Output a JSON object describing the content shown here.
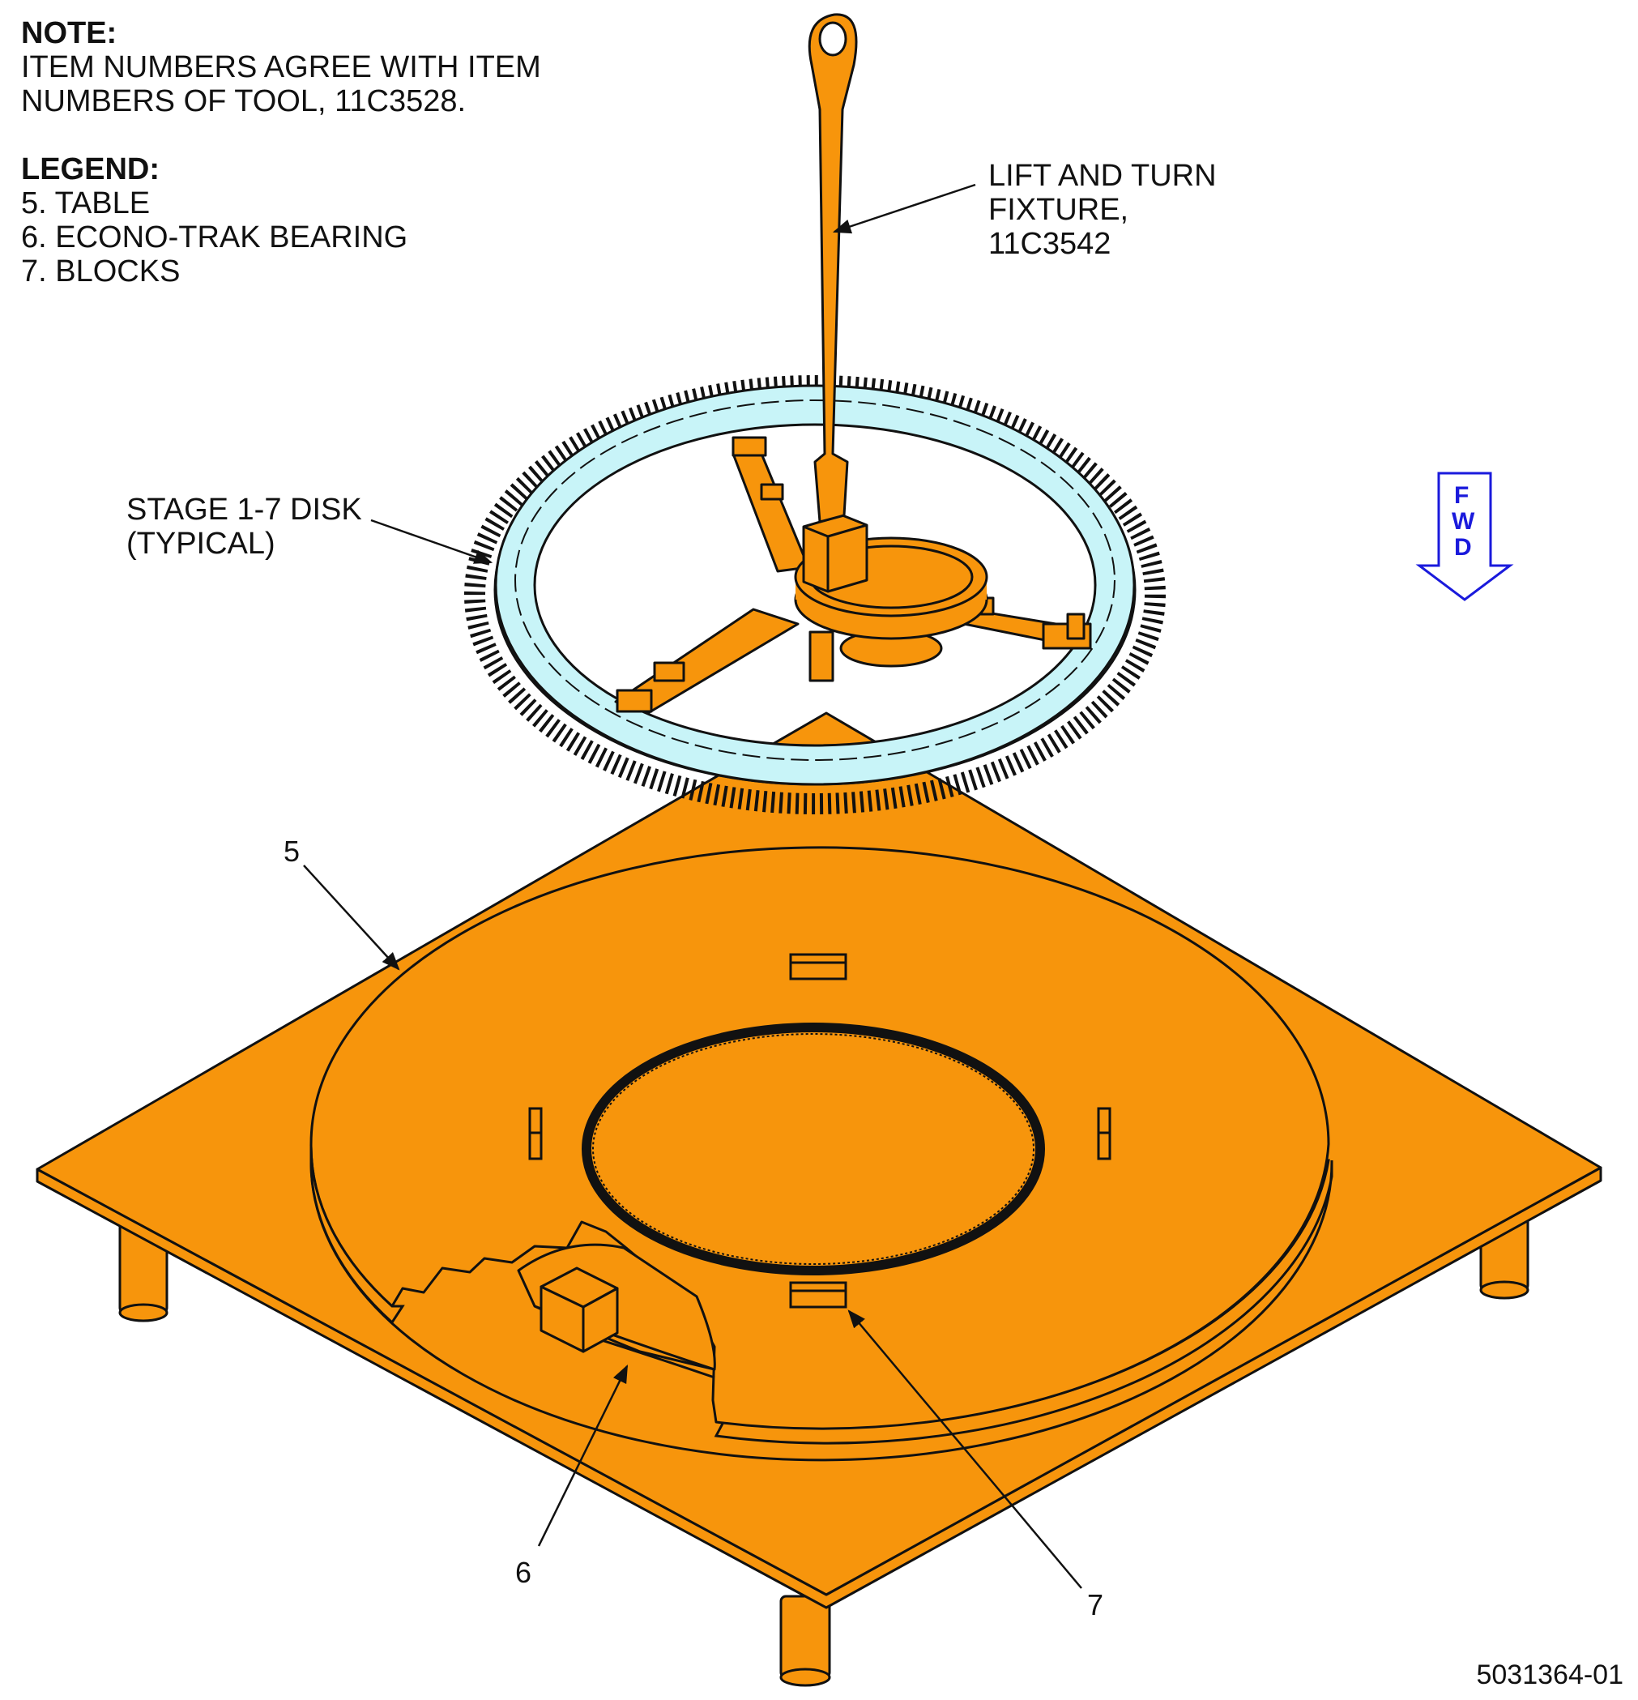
{
  "note": {
    "heading": "NOTE:",
    "line1": "ITEM NUMBERS AGREE WITH ITEM",
    "line2": "NUMBERS OF TOOL, 11C3528."
  },
  "legend": {
    "heading": "LEGEND:",
    "items": [
      "5. TABLE",
      "6. ECONO-TRAK BEARING",
      "7. BLOCKS"
    ]
  },
  "callouts": {
    "fixture": [
      "LIFT AND TURN",
      "FIXTURE,",
      "11C3542"
    ],
    "disk": [
      "STAGE 1-7 DISK",
      "(TYPICAL)"
    ],
    "item5": "5",
    "item6": "6",
    "item7": "7"
  },
  "fwd_letters": [
    "F",
    "W",
    "D"
  ],
  "figure_id": "5031364-01",
  "colors": {
    "part": "#F7950C",
    "disk": "#C8F4F8",
    "outline": "#111111",
    "fwd": "#1a1adc"
  }
}
